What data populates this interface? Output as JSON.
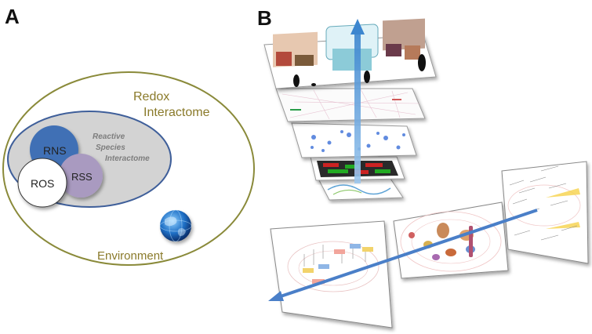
{
  "panels": {
    "a": "A",
    "b": "B"
  },
  "panel_a": {
    "redox_line1": "Redox",
    "redox_line2": "Interactome",
    "reactive_line1": "Reactive",
    "reactive_line2": "Species",
    "reactive_line3": "Interactome",
    "rns": "RNS",
    "rss": "RSS",
    "ros": "ROS",
    "environment": "Environment",
    "globe_icon": "globe-icon",
    "colors": {
      "outer_ellipse": "#8a8a3a",
      "inner_fill": "#d3d3d3",
      "inner_stroke": "#3f5f9a",
      "rns": "#3f6fb5",
      "rss": "#a99ac0",
      "ros": "#ffffff",
      "text": "#8a7a2a"
    }
  },
  "panel_b": {
    "arrow_color": "#4a8fd0",
    "layer_icon": "stacked-layers-illustration",
    "bottom_icon": "perspective-panels-illustration"
  }
}
